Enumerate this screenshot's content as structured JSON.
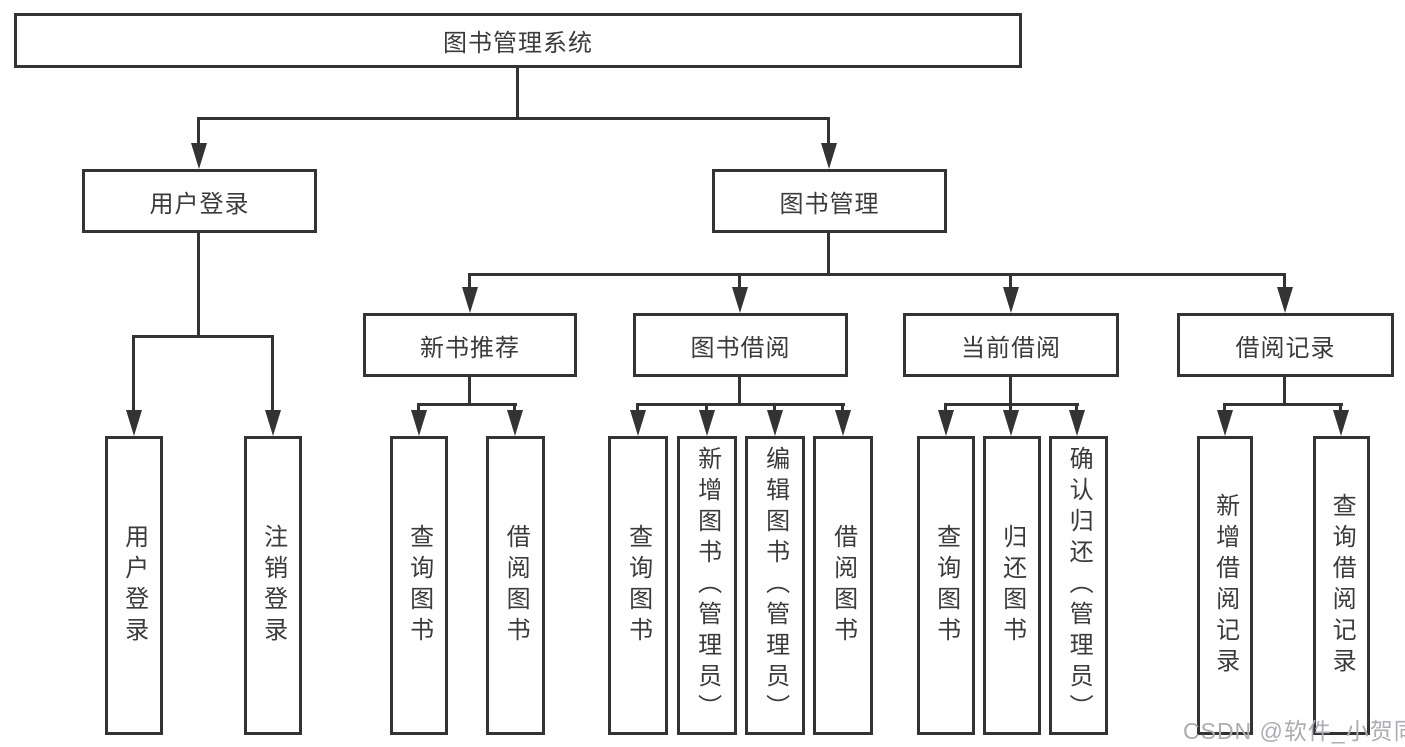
{
  "tree": {
    "label": "图书管理系统",
    "children": [
      {
        "label": "用户登录",
        "children": [
          {
            "label": "用户登录"
          },
          {
            "label": "注销登录"
          }
        ]
      },
      {
        "label": "图书管理",
        "children": [
          {
            "label": "新书推荐",
            "children": [
              {
                "label": "查询图书"
              },
              {
                "label": "借阅图书"
              }
            ]
          },
          {
            "label": "图书借阅",
            "children": [
              {
                "label": "查询图书"
              },
              {
                "label": "新增图书（管理员）"
              },
              {
                "label": "编辑图书（管理员）"
              },
              {
                "label": "借阅图书"
              }
            ]
          },
          {
            "label": "当前借阅",
            "children": [
              {
                "label": "查询图书"
              },
              {
                "label": "归还图书"
              },
              {
                "label": "确认归还（管理员）"
              }
            ]
          },
          {
            "label": "借阅记录",
            "children": [
              {
                "label": "新增借阅记录"
              },
              {
                "label": "查询借阅记录"
              }
            ]
          }
        ]
      }
    ]
  },
  "watermark": {
    "text": "CSDN @软件_小贺同学"
  },
  "colors": {
    "background": "#ffffff",
    "line": "#333333",
    "text": "#3b3b3b",
    "watermark": "#aaadb1"
  }
}
